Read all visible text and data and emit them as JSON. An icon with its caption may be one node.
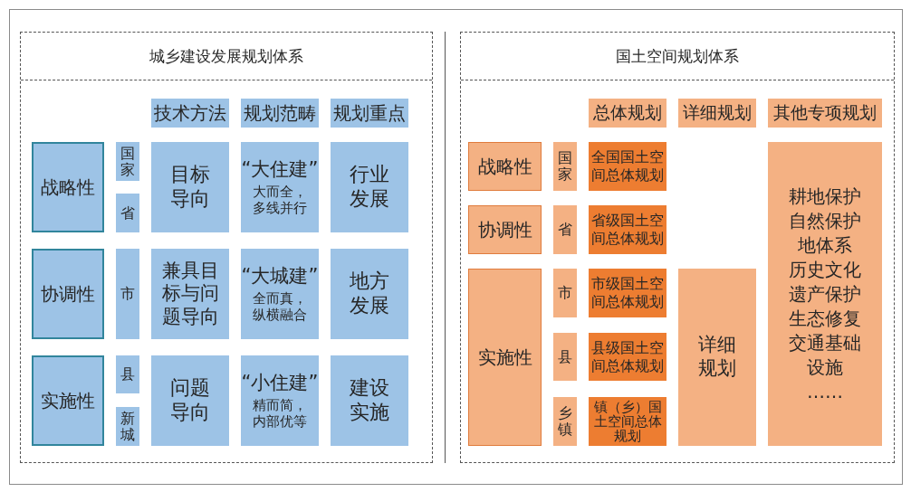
{
  "diagram": {
    "nodes": [
      {
        "text": [
          "城乡建设发展规划体系"
        ]
      },
      {
        "text": [
          "技术方法"
        ],
        "in": 0
      },
      {
        "text": [
          "规划范畴"
        ],
        "in": 0
      },
      {
        "text": [
          "规划重点"
        ],
        "in": 0
      },
      {
        "text": [
          "战略性"
        ],
        "in": 0
      },
      {
        "text": [
          "国家"
        ],
        "in": 0
      },
      {
        "text": [
          "省"
        ],
        "in": 0
      },
      {
        "text": [
          "目标导向"
        ],
        "in": 0
      },
      {
        "text": [
          "“大住建”",
          "大而全，多线并行"
        ],
        "in": 0
      },
      {
        "text": [
          "行业发展"
        ],
        "in": 0
      },
      {
        "text": [
          "协调性"
        ],
        "in": 0
      },
      {
        "text": [
          "市"
        ],
        "in": 0
      },
      {
        "text": [
          "兼具目标与问题导向"
        ],
        "in": 0
      },
      {
        "text": [
          "“大城建”",
          "全而真，纵横融合"
        ],
        "in": 0
      },
      {
        "text": [
          "地方发展"
        ],
        "in": 0
      },
      {
        "text": [
          "实施性"
        ],
        "in": 0
      },
      {
        "text": [
          "县"
        ],
        "in": 0
      },
      {
        "text": [
          "新城"
        ],
        "in": 0
      },
      {
        "text": [
          "问题导向"
        ],
        "in": 0
      },
      {
        "text": [
          "“小住建”",
          "精而简，内部优等"
        ],
        "in": 0
      },
      {
        "text": [
          "建设实施"
        ],
        "in": 0
      },
      {
        "text": [
          "国土空间规划体系"
        ]
      },
      {
        "text": [
          "总体规划"
        ],
        "in": 21
      },
      {
        "text": [
          "详细规划"
        ],
        "in": 21
      },
      {
        "text": [
          "其他专项规划"
        ],
        "in": 21
      },
      {
        "text": [
          "战略性"
        ],
        "in": 21
      },
      {
        "text": [
          "国家"
        ],
        "in": 21
      },
      {
        "text": [
          "全国国土空间总体规划"
        ],
        "in": 21
      },
      {
        "text": [
          "耕地保护",
          "自然保护地体系",
          "历史文化遗产保护",
          "生态修复",
          "交通基础设施",
          "……"
        ],
        "in": 21
      },
      {
        "text": [
          "协调性"
        ],
        "in": 21
      },
      {
        "text": [
          "省"
        ],
        "in": 21
      },
      {
        "text": [
          "省级国土空间总体规划"
        ],
        "in": 21
      },
      {
        "text": [
          "实施性"
        ],
        "in": 21
      },
      {
        "text": [
          "市"
        ],
        "in": 21
      },
      {
        "text": [
          "市级国土空间总体规划"
        ],
        "in": 21
      },
      {
        "text": [
          "详细规划"
        ],
        "in": 21
      },
      {
        "text": [
          "县"
        ],
        "in": 21
      },
      {
        "text": [
          "县级国土空间总体规划"
        ],
        "in": 21
      },
      {
        "text": [
          "乡镇"
        ],
        "in": 21
      },
      {
        "text": [
          "镇（乡）国土空间总体规划"
        ],
        "in": 21
      }
    ]
  }
}
